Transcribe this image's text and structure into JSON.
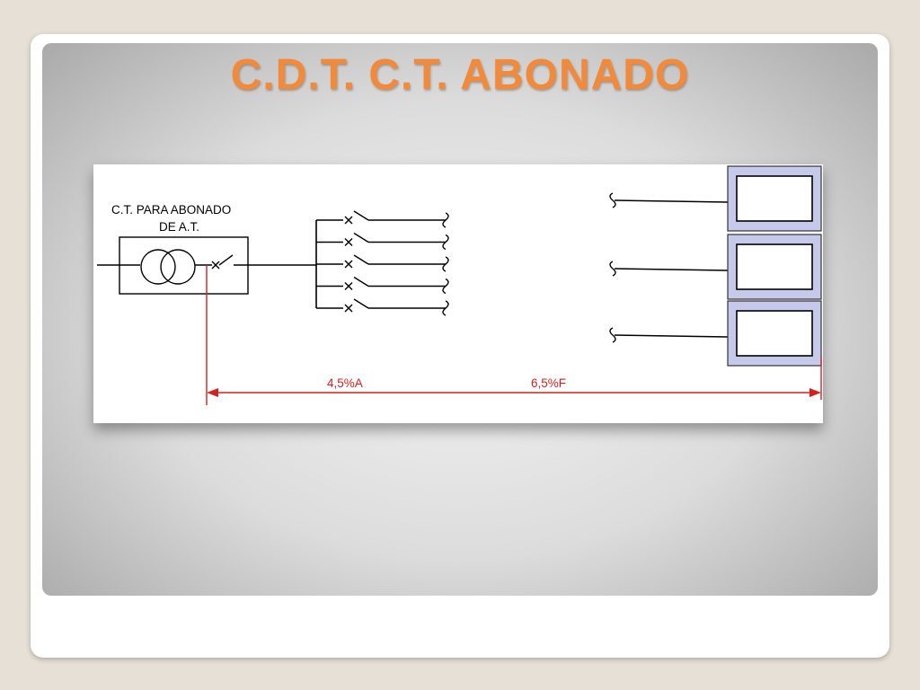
{
  "slide": {
    "title": "C.D.T. C.T. ABONADO"
  },
  "diagram": {
    "ct_label_line1": "C.T. PARA ABONADO",
    "ct_label_line2": "DE A.T.",
    "dimension_a": "4,5%A",
    "dimension_f": "6,5%F",
    "outgoing_breakers": 5,
    "receiver_boxes": 3,
    "colors": {
      "title": "#f28a3b",
      "dimension_line": "#d42020",
      "receiver_fill": "#c7c9ea"
    }
  }
}
